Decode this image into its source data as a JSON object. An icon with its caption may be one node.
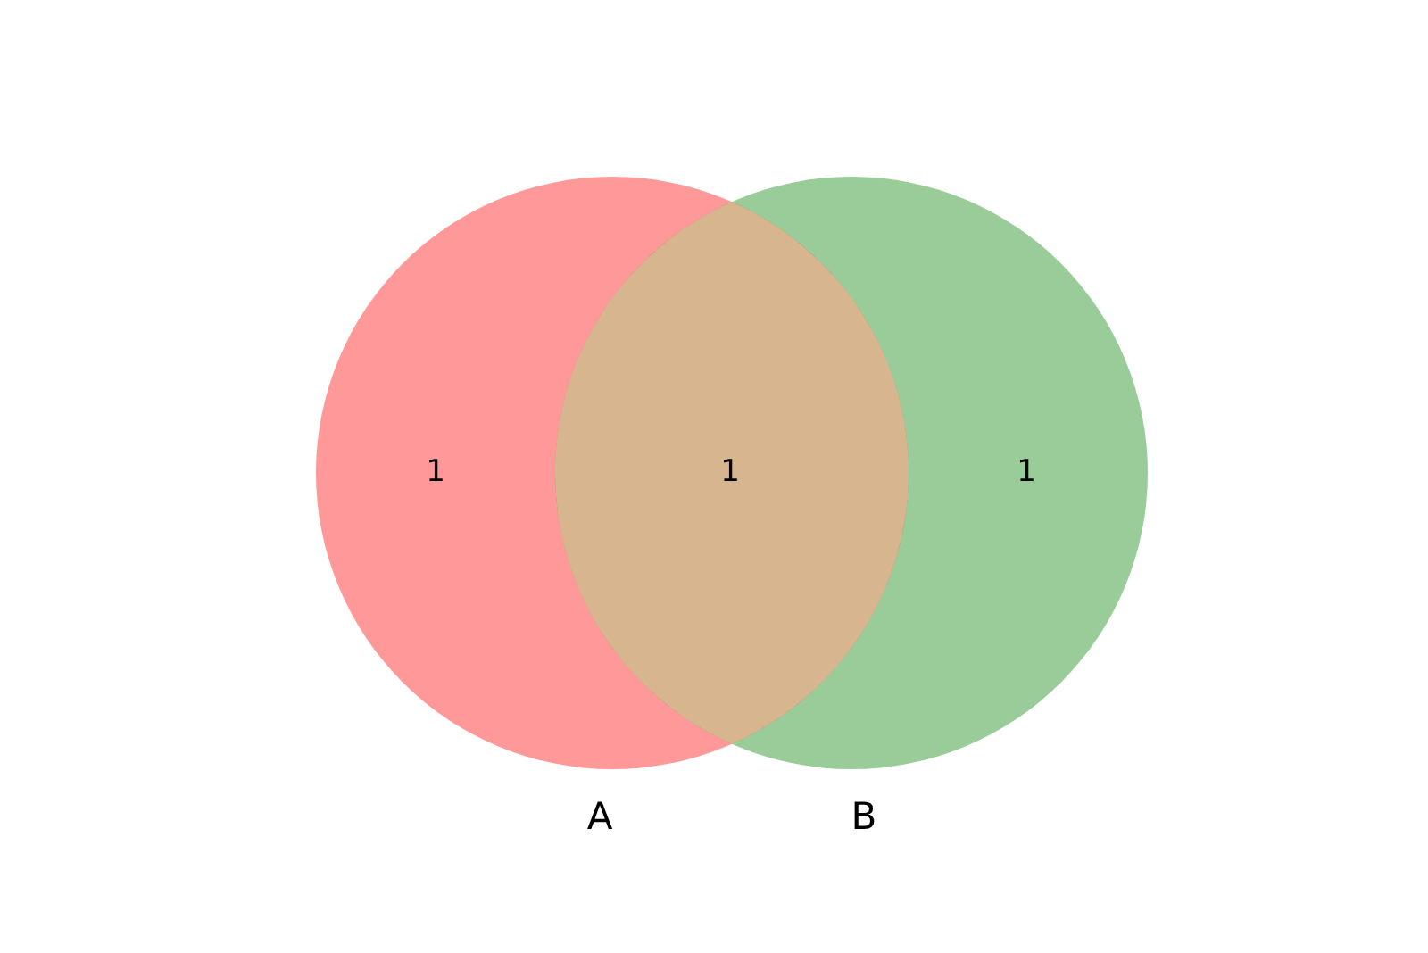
{
  "diagram": {
    "nodes": [
      {
        "text": [
          "1"
        ],
        "beside": [
          "A"
        ]
      },
      {
        "text": [
          "1"
        ],
        "beside": [
          "B"
        ]
      }
    ],
    "edges": [],
    "labels": [
      "1"
    ]
  }
}
